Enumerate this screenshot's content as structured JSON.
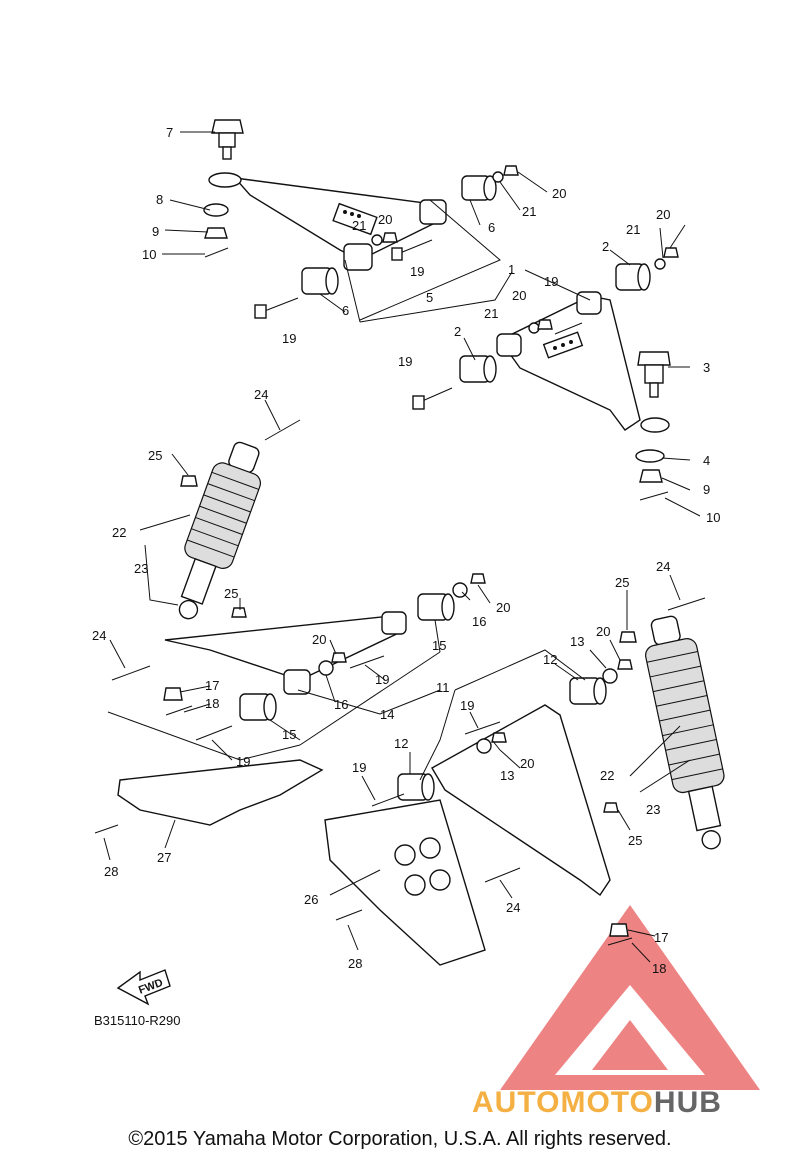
{
  "diagram_code": "B315110-R290",
  "fwd_label": "FWD",
  "copyright": "©2015 Yamaha Motor Corporation, U.S.A. All rights reserved.",
  "watermark": {
    "part1": "AUTOMOTO",
    "part2": "HUB",
    "color1": "#f5b043",
    "color2": "#666666",
    "triangle_color": "#e85a5a"
  },
  "callouts": {
    "c1": "1",
    "c2a": "2",
    "c2b": "2",
    "c3": "3",
    "c4": "4",
    "c5": "5",
    "c6a": "6",
    "c6b": "6",
    "c7": "7",
    "c8": "8",
    "c9a": "9",
    "c9b": "9",
    "c10a": "10",
    "c10b": "10",
    "c11": "11",
    "c12a": "12",
    "c12b": "12",
    "c13a": "13",
    "c13b": "13",
    "c14": "14",
    "c15a": "15",
    "c15b": "15",
    "c16a": "16",
    "c16b": "16",
    "c17a": "17",
    "c17b": "17",
    "c18a": "18",
    "c18b": "18",
    "c19a": "19",
    "c19b": "19",
    "c19c": "19",
    "c19d": "19",
    "c19e": "19",
    "c19f": "19",
    "c19g": "19",
    "c19h": "19",
    "c20a": "20",
    "c20b": "20",
    "c20c": "20",
    "c20d": "20",
    "c20e": "20",
    "c20f": "20",
    "c20g": "20",
    "c20h": "20",
    "c21a": "21",
    "c21b": "21",
    "c21c": "21",
    "c21d": "21",
    "c22a": "22",
    "c22b": "22",
    "c23a": "23",
    "c23b": "23",
    "c24a": "24",
    "c24b": "24",
    "c24c": "24",
    "c24d": "24",
    "c25a": "25",
    "c25b": "25",
    "c25c": "25",
    "c25d": "25",
    "c26": "26",
    "c27": "27",
    "c28a": "28",
    "c28b": "28"
  }
}
